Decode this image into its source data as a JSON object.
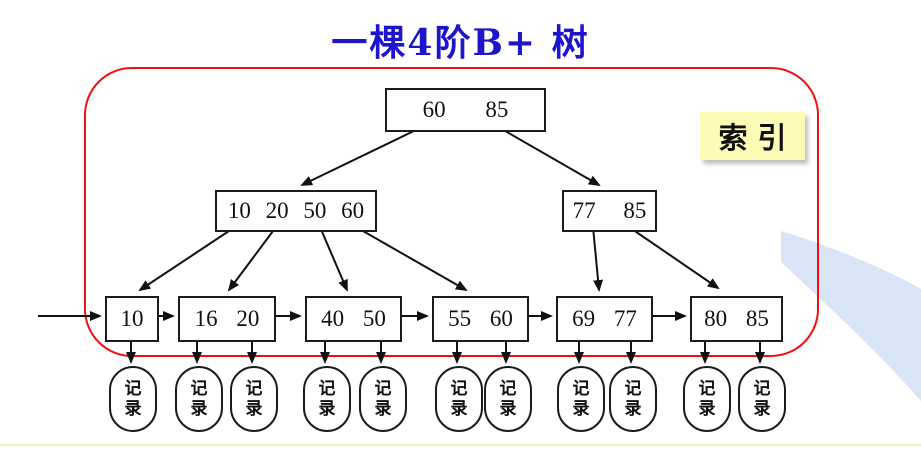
{
  "title": "一棵4阶B+ 树",
  "index_label": "索引",
  "record_label": "记\n录",
  "colors": {
    "title-blue": "#1d14cd",
    "frame-red": "#ee1111",
    "index-bg": "#fdfcb6",
    "swoosh-blue": "#dae4f7",
    "bottom-line": "#f1f1b6",
    "node-border": "#1c1c1c"
  },
  "tree": {
    "type": "B+ tree, order 4",
    "root": {
      "label": "60 85"
    },
    "internal": [
      {
        "label": "10 20 50 60"
      },
      {
        "label": "77 85"
      }
    ],
    "leaves": [
      {
        "label": "10"
      },
      {
        "label": "16 20"
      },
      {
        "label": "40 50"
      },
      {
        "label": "55 60"
      },
      {
        "label": "69 77"
      },
      {
        "label": "80 85"
      }
    ],
    "leaf_chain": "linked left-to-right with arrows",
    "records_per_leaf": [
      1,
      2,
      2,
      2,
      2,
      2
    ]
  }
}
